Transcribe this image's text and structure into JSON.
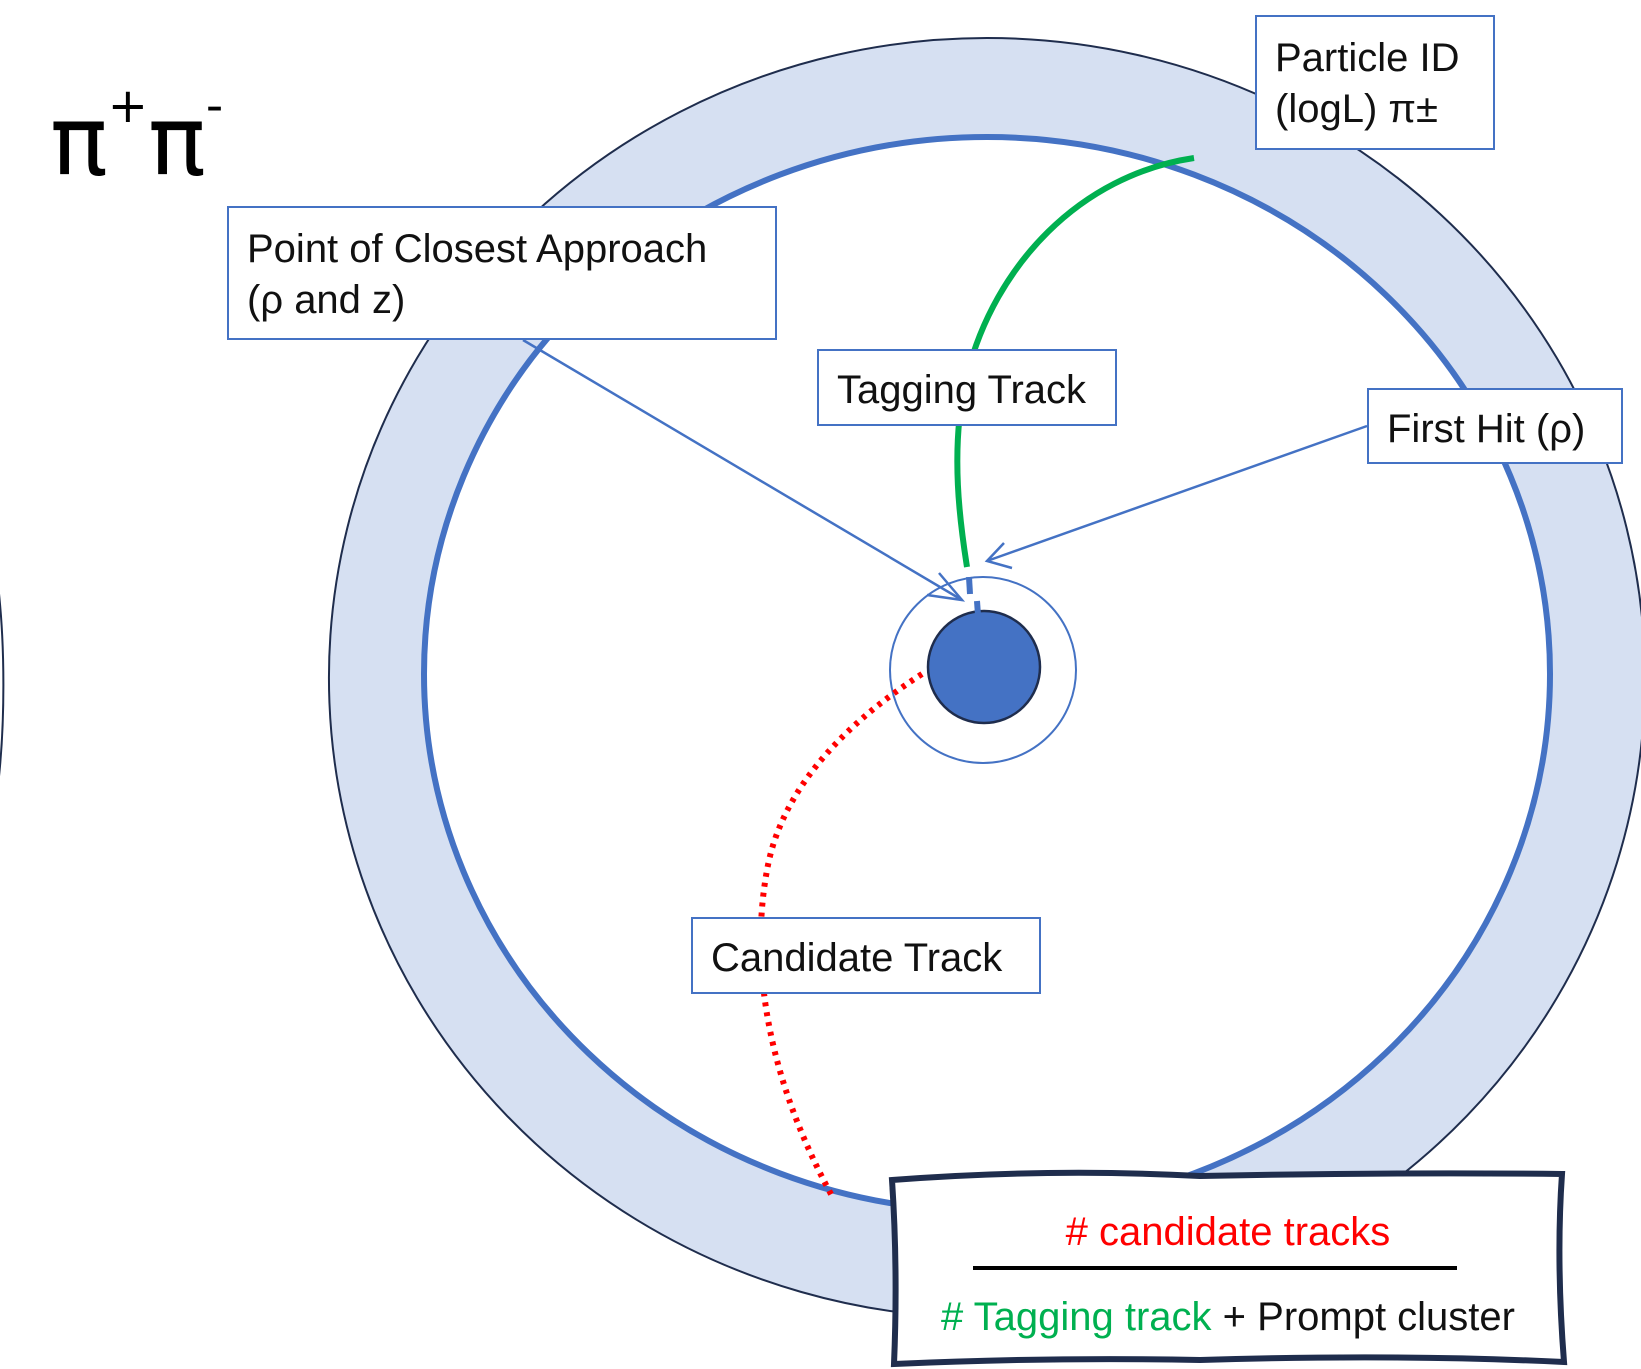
{
  "title": {
    "base1": "π",
    "sup1": "+",
    "base2": "π",
    "sup2": "-"
  },
  "labels": {
    "particle_id_line1": "Particle ID",
    "particle_id_line2": "(logL) π±",
    "pca_line1": "Point of Closest Approach",
    "pca_line2": "(ρ and z)",
    "tagging_track": "Tagging Track",
    "first_hit": "First Hit (ρ)",
    "candidate_track": "Candidate Track"
  },
  "ratio": {
    "numerator": "# candidate tracks",
    "denominator_green": "# Tagging track",
    "denominator_rest": " + Prompt cluster"
  },
  "colors": {
    "ring_fill": "#d6e0f2",
    "ring_outline": "#1f2d4d",
    "detector_blue": "#4472c4",
    "tagging_green": "#00b050",
    "candidate_red": "#ff0000",
    "text": "#111111"
  }
}
